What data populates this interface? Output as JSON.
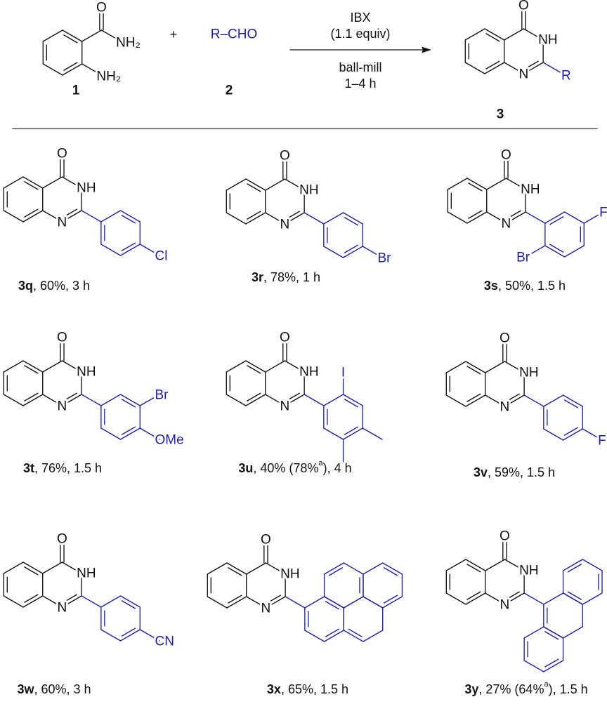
{
  "colors": {
    "structure": "#111111",
    "substituent": "#1f1f9e",
    "rule": "#333333"
  },
  "reaction": {
    "reactant1": {
      "label": "1",
      "atoms": {
        "oxygen": "O",
        "amide": "NH₂",
        "amine": "NH₂"
      }
    },
    "plus": "+",
    "reactant2": {
      "label": "2",
      "formula": "R–CHO"
    },
    "conditions_above": [
      "IBX",
      "(1.1 equiv)"
    ],
    "conditions_below": [
      "ball-mill",
      "1–4 h"
    ],
    "product": {
      "label": "3",
      "atoms": {
        "oxygen": "O",
        "nh": "NH",
        "n": "N",
        "r": "R"
      }
    }
  },
  "core_atoms": {
    "oxygen": "O",
    "nh": "NH",
    "n": "N"
  },
  "products": [
    {
      "id": "3q",
      "yield": "60%",
      "time": "3 h",
      "substituents": [
        "Cl"
      ]
    },
    {
      "id": "3r",
      "yield": "78%",
      "time": "1 h",
      "substituents": [
        "Br"
      ]
    },
    {
      "id": "3s",
      "yield": "50%",
      "time": "1.5 h",
      "substituents": [
        "Br",
        "F"
      ]
    },
    {
      "id": "3t",
      "yield": "76%",
      "time": "1.5 h",
      "substituents": [
        "Br",
        "OMe"
      ]
    },
    {
      "id": "3u",
      "yield": "40%",
      "alt_yield": "78%",
      "footnote": "a",
      "time": "4 h",
      "substituents": [
        "I"
      ]
    },
    {
      "id": "3v",
      "yield": "59%",
      "time": "1.5 h",
      "substituents": [
        "F"
      ]
    },
    {
      "id": "3w",
      "yield": "60%",
      "time": "3 h",
      "substituents": [
        "CN"
      ]
    },
    {
      "id": "3x",
      "yield": "65%",
      "time": "1.5 h",
      "substituents": []
    },
    {
      "id": "3y",
      "yield": "27%",
      "alt_yield": "64%",
      "footnote": "a",
      "time": "1.5 h",
      "substituents": []
    }
  ]
}
